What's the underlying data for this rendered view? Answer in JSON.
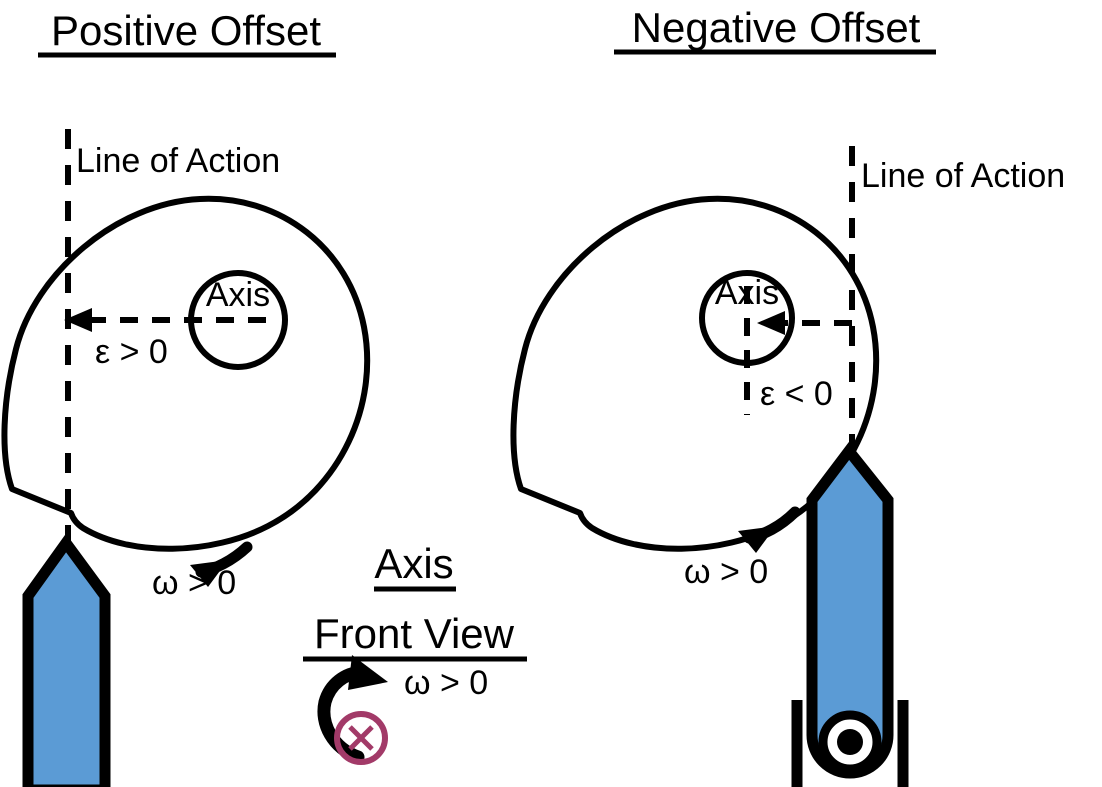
{
  "figure": {
    "kind": "cam-follower-offset-diagram",
    "background_color": "#ffffff",
    "stroke_color": "#000000",
    "follower_fill_color": "#5B9BD5",
    "cross_symbol_color": "#A23A68"
  },
  "panels": {
    "left": {
      "title": "Positive Offset",
      "line_of_action_label": "Line of Action",
      "axis_label": "Axis",
      "offset_label": "ε > 0",
      "omega_label": "ω > 0"
    },
    "right": {
      "title": "Negative Offset",
      "line_of_action_label": "Line of Action",
      "axis_label": "Axis",
      "offset_label": "ε < 0",
      "omega_label": "ω > 0"
    }
  },
  "center": {
    "title_line1": "Axis",
    "title_line2": "Front View",
    "omega_label": "ω > 0",
    "cross_symbol": "X"
  }
}
